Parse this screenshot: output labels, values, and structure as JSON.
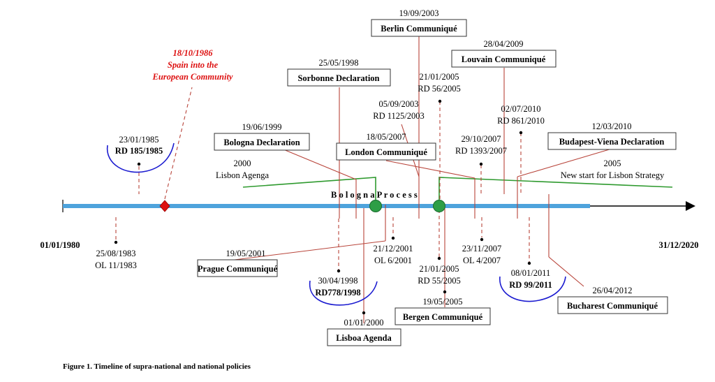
{
  "timeline": {
    "start_date": "01/01/1980",
    "end_date": "31/12/2020",
    "process_label": "B o l o g n a   P r o c e s s"
  },
  "events": {
    "sorbonne": {
      "date": "25/05/1998",
      "label": "Sorbonne Declaration"
    },
    "berlin": {
      "date": "19/09/2003",
      "label": "Berlin Communiqué"
    },
    "louvain": {
      "date": "28/04/2009",
      "label": "Louvain Communiqué"
    },
    "bologna": {
      "date": "19/06/1999",
      "label": "Bologna Declaration"
    },
    "london": {
      "date": "18/05/2007",
      "label": "London Communiqué"
    },
    "budapest": {
      "date": "12/03/2010",
      "label": "Budapest-Viena Declaration"
    },
    "prague": {
      "date": "19/05/2001",
      "label": "Prague Communiqué"
    },
    "lisboa": {
      "date": "01/01/2000",
      "label": "Lisboa Agenda"
    },
    "bergen": {
      "date": "19/05/2005",
      "label": "Bergen Communiqué"
    },
    "bucharest": {
      "date": "26/04/2012",
      "label": "Bucharest Communiqué"
    }
  },
  "laws": {
    "rd185": {
      "date": "23/01/1985",
      "label": "RD 185/1985"
    },
    "rd56": {
      "date": "21/01/2005",
      "label": "RD 56/2005"
    },
    "rd1125": {
      "date": "05/09/2003",
      "label": "RD 1125/2003"
    },
    "rd861": {
      "date": "02/07/2010",
      "label": "RD 861/2010"
    },
    "rd1393": {
      "date": "29/10/2007",
      "label": "RD 1393/2007"
    },
    "ol11": {
      "date": "25/08/1983",
      "label": "OL 11/1983"
    },
    "ol6": {
      "date": "21/12/2001",
      "label": "OL 6/2001"
    },
    "ol4": {
      "date": "23/11/2007",
      "label": "OL 4/2007"
    },
    "rd55": {
      "date": "21/01/2005",
      "label": "RD 55/2005"
    },
    "rd778": {
      "date": "30/04/1998",
      "label": "RD778/1998"
    },
    "rd99": {
      "date": "08/01/2011",
      "label": "RD 99/2011"
    }
  },
  "spain_event": {
    "date": "18/10/1986",
    "line1": "Spain into the",
    "line2": "European Community"
  },
  "lisbon": {
    "start_year": "2000",
    "start_label": "Lisbon Agenga",
    "new_year": "2005",
    "new_label": "New start for Lisbon Strategy"
  },
  "caption": "Figure 1. Timeline of supra-national and national policies",
  "colors": {
    "axis": "#4ea3dc",
    "connector": "#b8443a",
    "lisbon": "#2f9a2f",
    "marker": "#2e9e46",
    "highlight": "#1b1bd0",
    "spain": "#dd1111"
  }
}
